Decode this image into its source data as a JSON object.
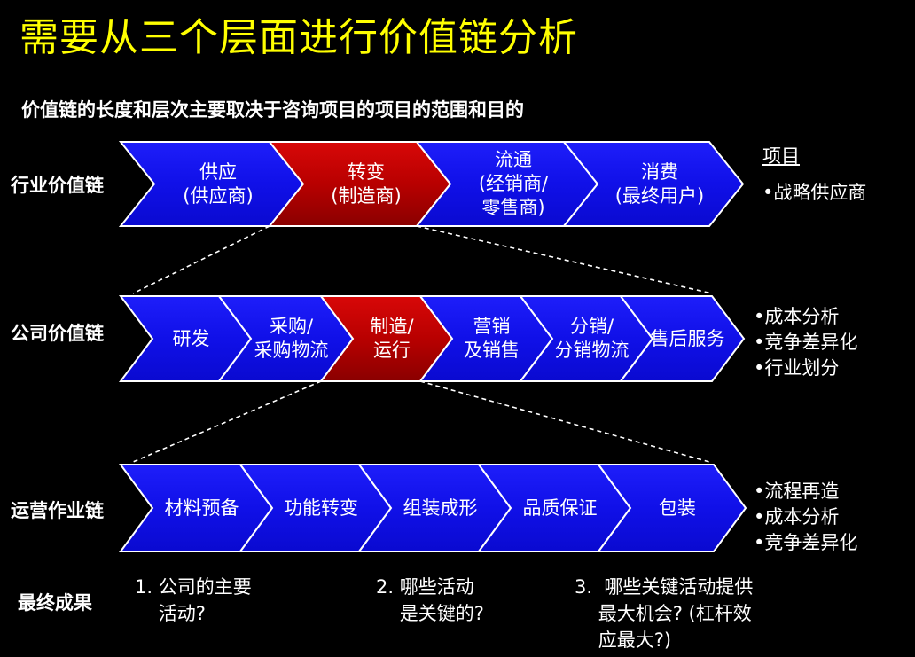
{
  "title": "需要从三个层面进行价值链分析",
  "subtitle": "价值链的长度和层次主要取决于咨询项目的项目的范围和目的",
  "colors": {
    "blue": "#1515ee",
    "red": "#c80000",
    "title": "#ffff00"
  },
  "rows": [
    {
      "label": "行业价值链",
      "segments": [
        {
          "text": "供应\n(供应商)",
          "color": "blue"
        },
        {
          "text": "转变\n(制造商)",
          "color": "red"
        },
        {
          "text": "流通\n(经销商/\n零售商)",
          "color": "blue"
        },
        {
          "text": "消费\n(最终用户)",
          "color": "blue"
        }
      ],
      "side": {
        "heading": "项目",
        "items": [
          "•战略供应商"
        ]
      }
    },
    {
      "label": "公司价值链",
      "segments": [
        {
          "text": "研发",
          "color": "blue"
        },
        {
          "text": "采购/\n采购物流",
          "color": "blue"
        },
        {
          "text": "制造/\n运行",
          "color": "red"
        },
        {
          "text": "营销\n及销售",
          "color": "blue"
        },
        {
          "text": "分销/\n分销物流",
          "color": "blue"
        },
        {
          "text": "售后服务",
          "color": "blue"
        }
      ],
      "side": {
        "heading": "",
        "items": [
          "•成本分析",
          "•竞争差异化",
          "•行业划分"
        ]
      }
    },
    {
      "label": "运营作业链",
      "segments": [
        {
          "text": "材料预备",
          "color": "blue"
        },
        {
          "text": "功能转变",
          "color": "blue"
        },
        {
          "text": "组装成形",
          "color": "blue"
        },
        {
          "text": "品质保证",
          "color": "blue"
        },
        {
          "text": "包装",
          "color": "blue"
        }
      ],
      "side": {
        "heading": "",
        "items": [
          "•流程再造",
          "•成本分析",
          "•竞争差异化"
        ]
      }
    }
  ],
  "results": {
    "label": "最终成果",
    "items": [
      "1. 公司的主要\n    活动?",
      "2. 哪些活动\n    是关键的?",
      "3.  哪些关键活动提供\n    最大机会? (杠杆效\n    应最大?)"
    ]
  }
}
